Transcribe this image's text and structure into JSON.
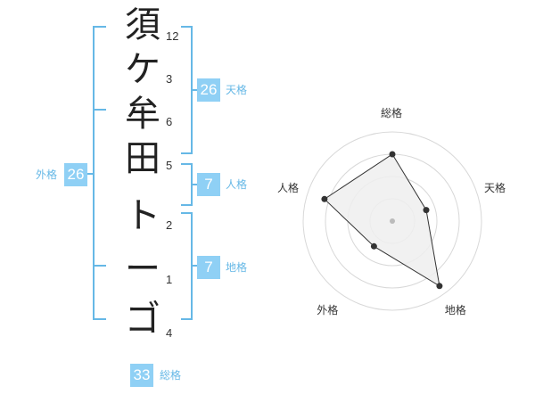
{
  "name_chars": [
    {
      "char": "須",
      "strokes": "12"
    },
    {
      "char": "ケ",
      "strokes": "3"
    },
    {
      "char": "牟",
      "strokes": "6"
    },
    {
      "char": "田",
      "strokes": "5"
    },
    {
      "char": "ト",
      "strokes": "2"
    },
    {
      "char": "ー",
      "strokes": "1"
    },
    {
      "char": "ゴ",
      "strokes": "4"
    }
  ],
  "fortunes": {
    "tenkaku": {
      "label": "天格",
      "value": "26"
    },
    "jinkaku": {
      "label": "人格",
      "value": "7"
    },
    "chikaku": {
      "label": "地格",
      "value": "7"
    },
    "gaikaku": {
      "label": "外格",
      "value": "26"
    },
    "soukaku": {
      "label": "総格",
      "value": "33"
    }
  },
  "chart_data": {
    "type": "radar",
    "axes": [
      "総格",
      "天格",
      "地格",
      "外格",
      "人格"
    ],
    "values": [
      0.75,
      0.4,
      0.9,
      0.35,
      0.8
    ],
    "max": 1,
    "rings": 4,
    "colors": {
      "grid": "#d8d8d8",
      "fill": "#efefef",
      "stroke": "#333333",
      "point": "#333333",
      "center": "#bbbbbb"
    }
  },
  "colors": {
    "bracket": "#66b8e6",
    "badge": "#8fd0f5",
    "badge_label": "#66b8e6"
  }
}
